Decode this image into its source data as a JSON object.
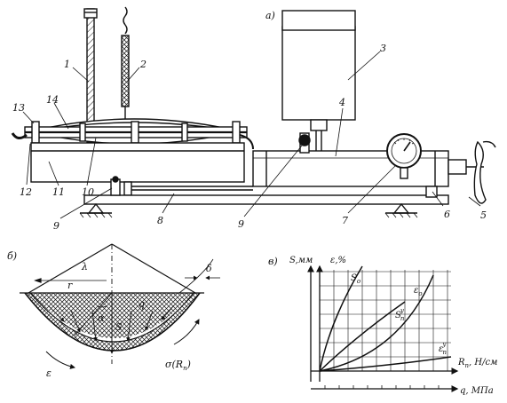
{
  "panels": {
    "a": "а)",
    "b": "б)",
    "c": "в)"
  },
  "apparatus_labels": {
    "n1": "1",
    "n2": "2",
    "n3": "3",
    "n4": "4",
    "n5": "5",
    "n6": "6",
    "n7": "7",
    "n8": "8",
    "n9a": "9",
    "n9b": "9",
    "n10": "10",
    "n11": "11",
    "n12": "12",
    "n13": "13",
    "n14": "14"
  },
  "scheme_labels": {
    "lambda": "λ",
    "r": "r",
    "delta": "δ",
    "alpha": "α",
    "s": "S",
    "q": "q",
    "sigma": "σ(R",
    "sigma_sub": "п",
    "sigma_end": ")",
    "epsilon": "ε"
  },
  "chart_labels": {
    "y_left": "S,мм",
    "y_right": "ε,%",
    "x_top": "R",
    "x_top_sub": "п",
    "x_top_unit": ", Н/см",
    "x_bottom": "q, МПа",
    "curve_so": "S",
    "curve_so_sub": "о",
    "curve_sn": "S",
    "curve_sn_sub": "п",
    "curve_sn_sup": "у",
    "curve_eo": "ε",
    "curve_eo_sub": "о",
    "curve_en": "ε",
    "curve_en_sub": "п",
    "curve_en_sup": "у"
  }
}
